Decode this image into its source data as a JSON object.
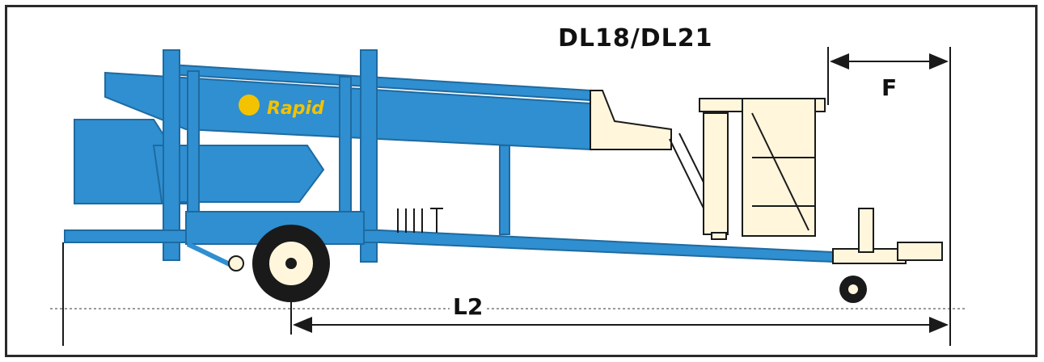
{
  "diagram": {
    "title": "DL18/DL21",
    "dimension_f": "F",
    "dimension_l2": "L2",
    "brand_logo": "Rapid",
    "colors": {
      "machine_blue": "#2f8fd0",
      "machine_blue_dark": "#1f6aa0",
      "platform_cream": "#fff6dc",
      "logo_yellow": "#f3c200",
      "line_dark": "#1a1a1a"
    }
  }
}
